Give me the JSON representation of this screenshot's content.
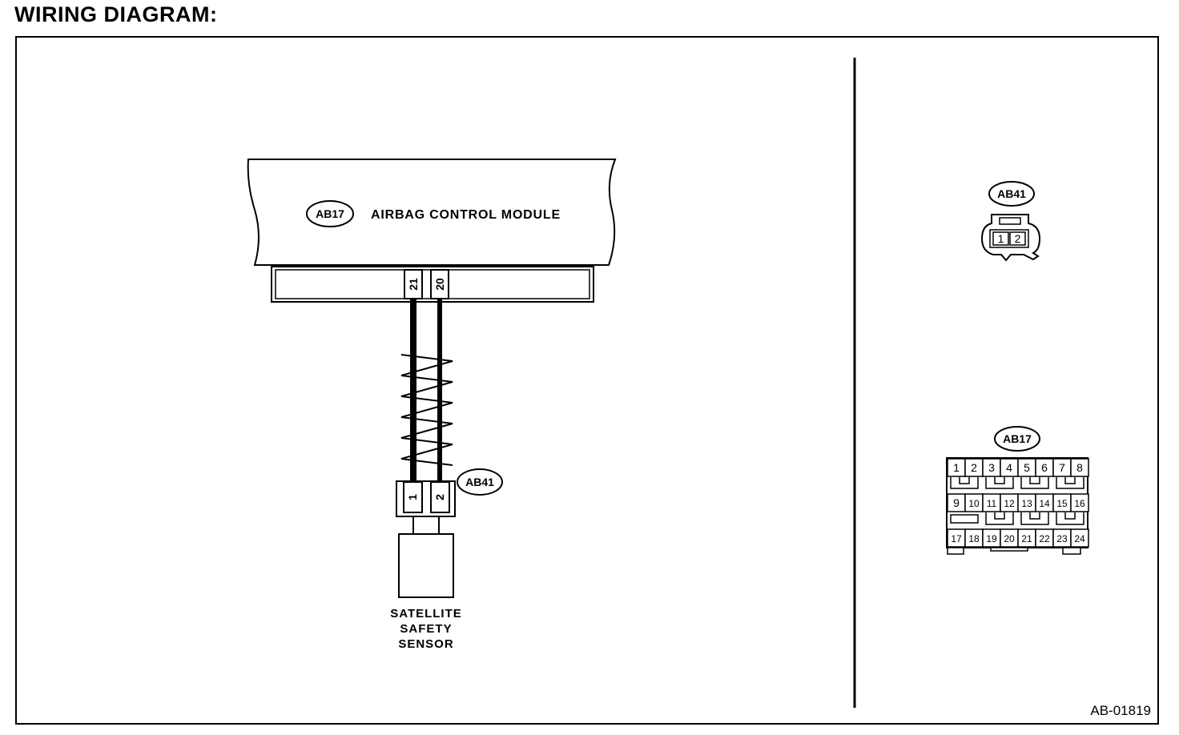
{
  "title": "WIRING DIAGRAM:",
  "module": {
    "connector": "AB17",
    "label": "AIRBAG CONTROL MODULE",
    "terminals": [
      "21",
      "20"
    ]
  },
  "sensor": {
    "connector": "AB41",
    "terminals": [
      "1",
      "2"
    ],
    "label_lines": [
      "SATELLITE",
      "SAFETY",
      "SENSOR"
    ]
  },
  "connector_views": {
    "ab41": {
      "label": "AB41",
      "pins": [
        "1",
        "2"
      ]
    },
    "ab17": {
      "label": "AB17",
      "rows": [
        [
          "1",
          "2",
          "3",
          "4",
          "5",
          "6",
          "7",
          "8"
        ],
        [
          "9",
          "10",
          "11",
          "12",
          "13",
          "14",
          "15",
          "16"
        ],
        [
          "17",
          "18",
          "19",
          "20",
          "21",
          "22",
          "23",
          "24"
        ]
      ]
    }
  },
  "figure_id": "AB-01819",
  "colors": {
    "line": "#000000",
    "background": "#ffffff"
  }
}
